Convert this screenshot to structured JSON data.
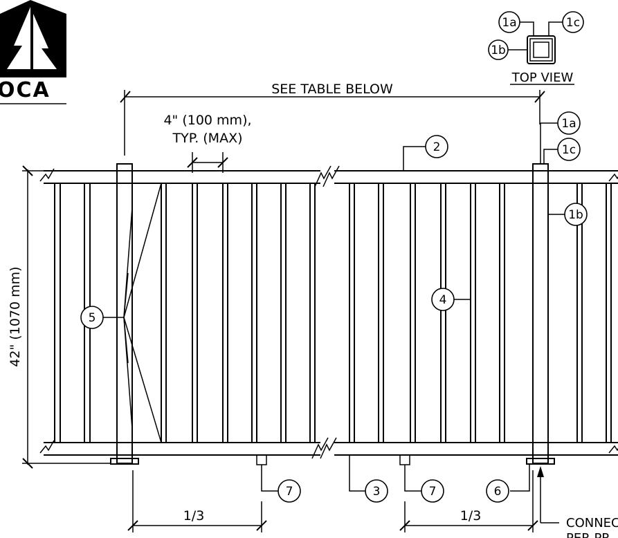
{
  "logo": {
    "text": "BOCA",
    "visible_text": "OCA"
  },
  "top_view": {
    "label": "TOP VIEW",
    "callouts": [
      "1a",
      "1c",
      "1b"
    ]
  },
  "dimensions": {
    "span": "SEE TABLE BELOW",
    "spacing_line1": "4\" (100 mm),",
    "spacing_line2": "TYP. (MAX)",
    "height": "42\" (1070 mm)",
    "third_left": "1/3",
    "third_right": "1/3"
  },
  "callouts": {
    "c1a": "1a",
    "c1c": "1c",
    "c1b": "1b",
    "c2": "2",
    "c3": "3",
    "c4": "4",
    "c5": "5",
    "c6": "6",
    "c7a": "7",
    "c7b": "7"
  },
  "note": {
    "line1": "CONNEC",
    "line2": "PER PR"
  }
}
